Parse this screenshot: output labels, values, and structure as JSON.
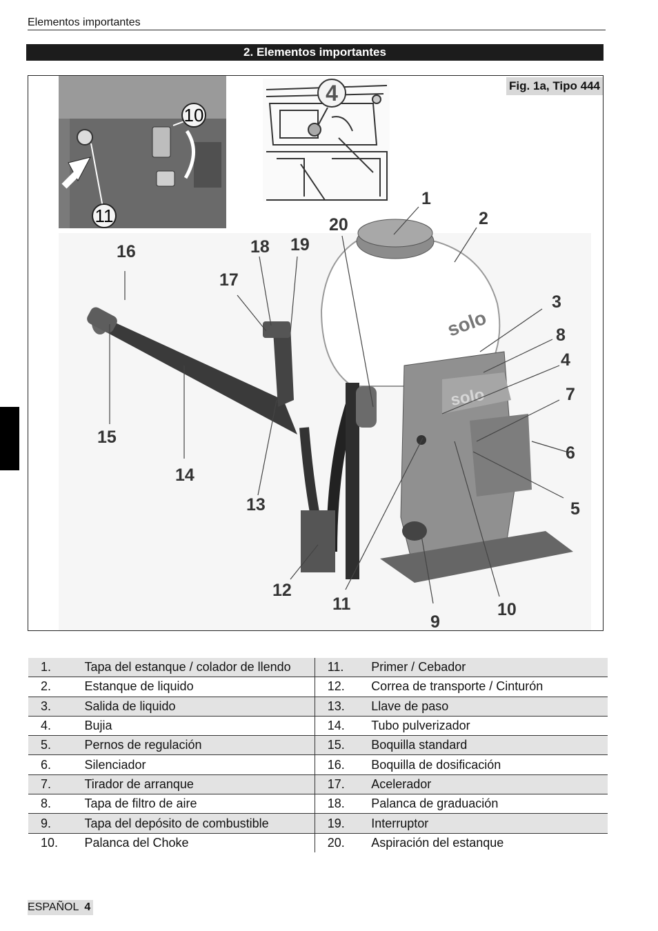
{
  "header": {
    "running_title": "Elementos importantes"
  },
  "section": {
    "title": "2. Elementos importantes"
  },
  "figure": {
    "caption": "Fig. 1a, Tipo 444",
    "brand_logo": "solo",
    "callouts": [
      "1",
      "2",
      "3",
      "4",
      "5",
      "6",
      "7",
      "8",
      "9",
      "10",
      "11",
      "12",
      "13",
      "14",
      "15",
      "16",
      "17",
      "18",
      "19",
      "20"
    ],
    "inset_left_labels": [
      "10",
      "11"
    ],
    "inset_right_labels": [
      "4"
    ]
  },
  "parts": [
    {
      "n": "1.",
      "label": "Tapa del estanque / colador de llendo",
      "n2": "11.",
      "label2": "Primer / Cebador"
    },
    {
      "n": "2.",
      "label": "Estanque de liquido",
      "n2": "12.",
      "label2": "Correa de transporte / Cinturón"
    },
    {
      "n": "3.",
      "label": "Salida de liquido",
      "n2": "13.",
      "label2": "Llave de paso"
    },
    {
      "n": "4.",
      "label": "Bujia",
      "n2": "14.",
      "label2": "Tubo pulverizador"
    },
    {
      "n": "5.",
      "label": "Pernos de regulación",
      "n2": "15.",
      "label2": "Boquilla standard"
    },
    {
      "n": "6.",
      "label": "Silenciador",
      "n2": "16.",
      "label2": "Boquilla de dosificación"
    },
    {
      "n": "7.",
      "label": "Tirador de arranque",
      "n2": "17.",
      "label2": "Acelerador"
    },
    {
      "n": "8.",
      "label": "Tapa de filtro de aire",
      "n2": "18.",
      "label2": "Palanca de graduación"
    },
    {
      "n": "9.",
      "label": "Tapa del depósito de combustible",
      "n2": "19.",
      "label2": "Interruptor"
    },
    {
      "n": "10.",
      "label": "Palanca del Choke",
      "n2": "20.",
      "label2": "Aspiración del estanque"
    }
  ],
  "footer": {
    "language": "ESPAÑOL",
    "page_number": "4"
  }
}
